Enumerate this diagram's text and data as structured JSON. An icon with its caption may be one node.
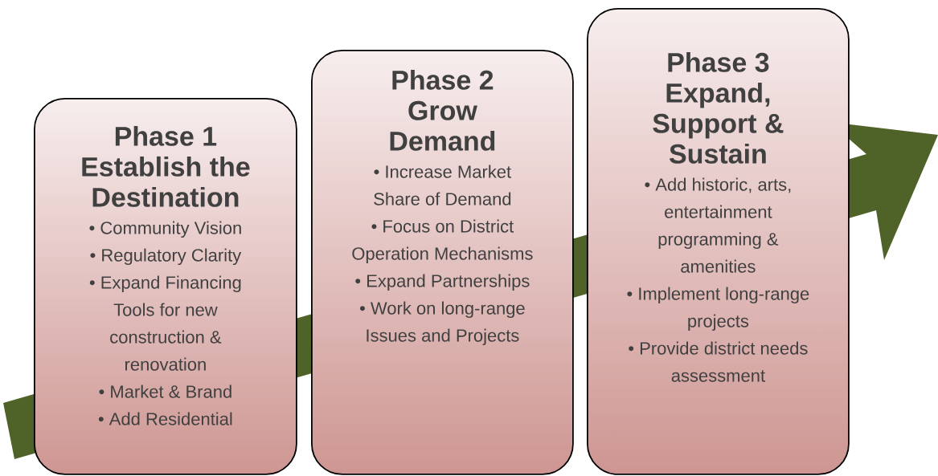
{
  "diagram": {
    "nodes": [
      {
        "text": [
          "Phase 1 Establish the Destination",
          "• Community Vision",
          "• Regulatory Clarity",
          "• Expand Financing Tools for new construction & renovation",
          "• Market & Brand",
          "• Add Residential"
        ]
      },
      {
        "text": [
          "Phase 2 Grow Demand",
          "• Increase Market Share of Demand",
          "• Focus on District Operation Mechanisms",
          "• Expand Partnerships",
          "• Work on long-range Issues and Projects"
        ]
      },
      {
        "text": [
          "Phase 3 Expand, Support & Sustain",
          "• Add historic, arts, entertainment programming & amenities",
          "• Implement long-range projects",
          "• Provide district needs assessment"
        ]
      }
    ]
  }
}
